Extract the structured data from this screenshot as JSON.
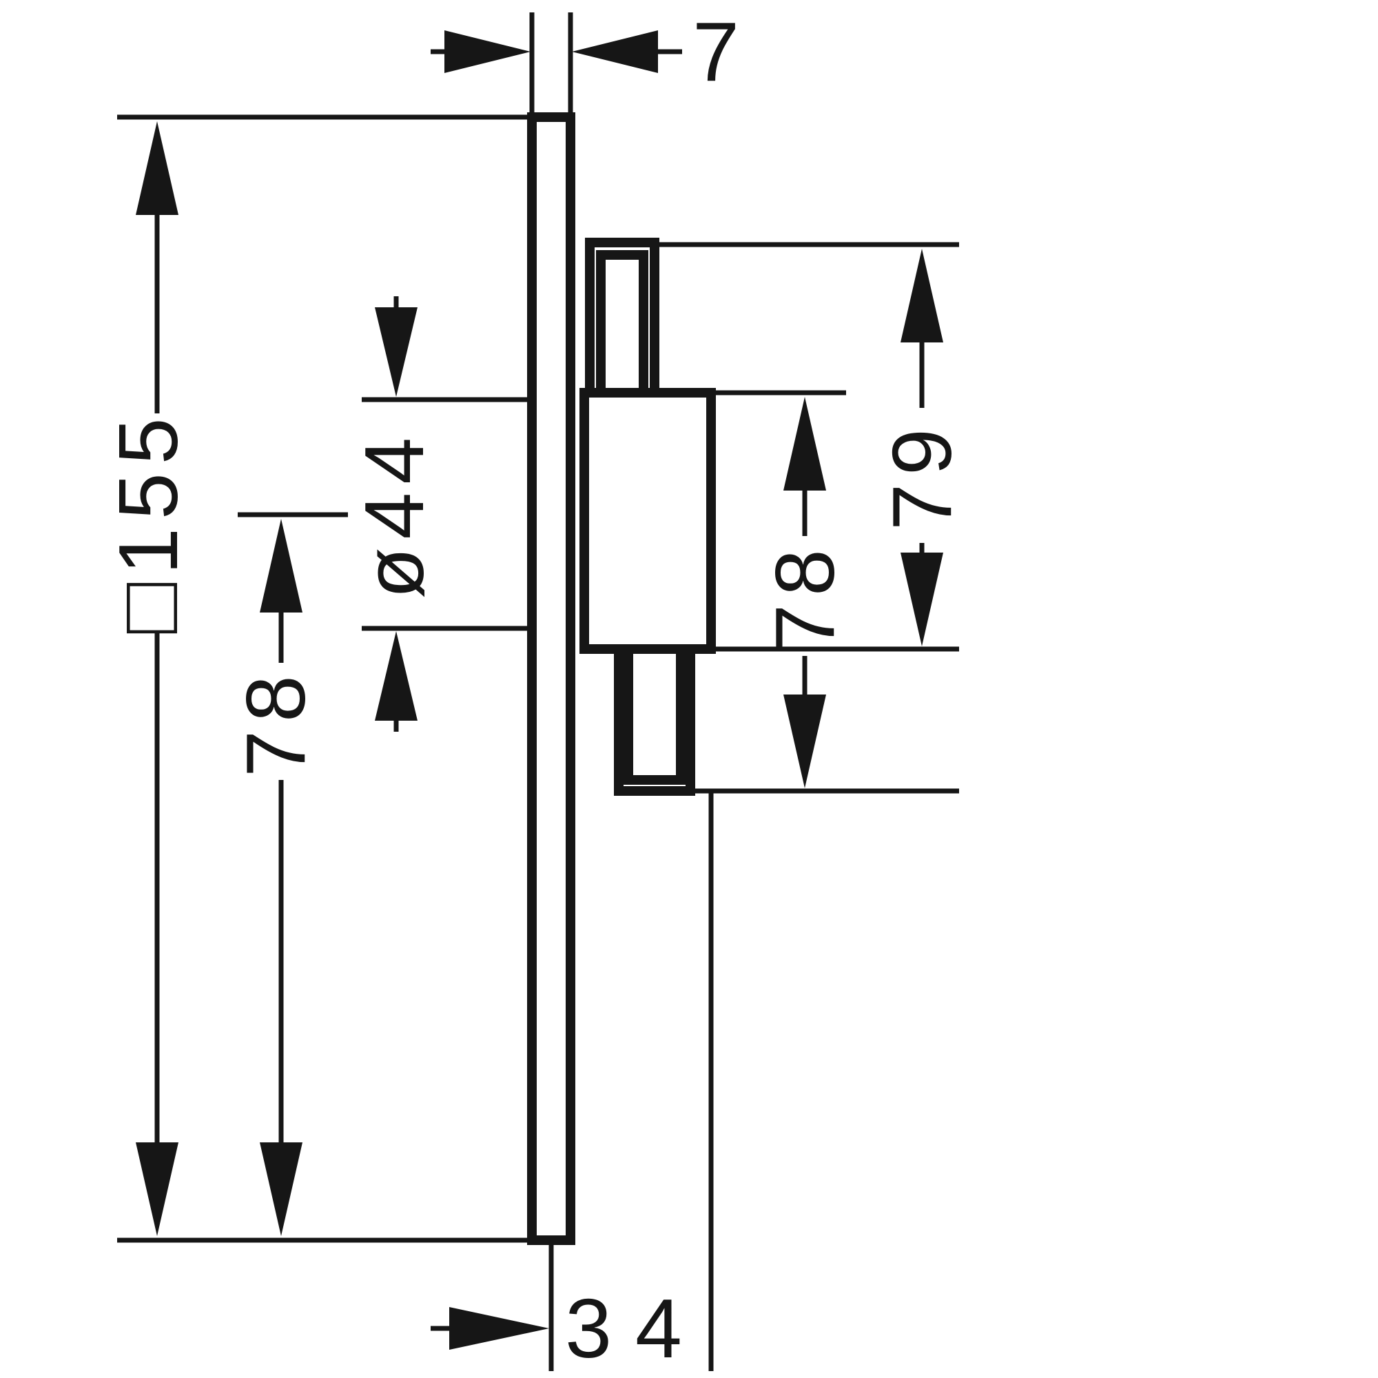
{
  "diagram": {
    "type": "technical-dimension-drawing",
    "subject": "shower-mixer-side-profile",
    "colors": {
      "ink": "#161616",
      "background": "#ffffff"
    },
    "labels": {
      "plate_thickness": "7",
      "faceplate_square": "□155",
      "center_to_bottom": "78",
      "knob_diameter": "ø44",
      "right_outer_span": "79",
      "right_inner_span": "78",
      "depth": "34"
    }
  }
}
